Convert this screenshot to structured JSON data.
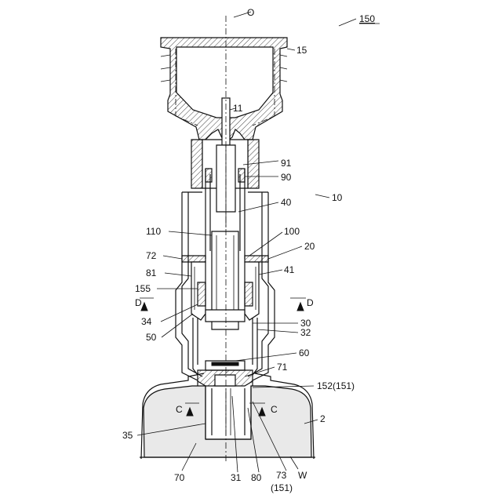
{
  "axis_label": "O",
  "labels": {
    "l150": "150",
    "l15": "15",
    "l11": "11",
    "l91": "91",
    "l90": "90",
    "l10": "10",
    "l40": "40",
    "l110": "110",
    "l100": "100",
    "l20": "20",
    "l72": "72",
    "l81": "81",
    "l41": "41",
    "l155": "155",
    "l34": "34",
    "l30": "30",
    "l32": "32",
    "l50": "50",
    "l60": "60",
    "l71": "71",
    "l152": "152(151)",
    "l2": "2",
    "l35": "35",
    "l70": "70",
    "l31": "31",
    "l80": "80",
    "l73": "73",
    "l73b": "(151)",
    "lW": "W"
  },
  "section_marks": {
    "d_left": "D",
    "d_right": "D",
    "c_left": "C",
    "c_right": "C"
  }
}
